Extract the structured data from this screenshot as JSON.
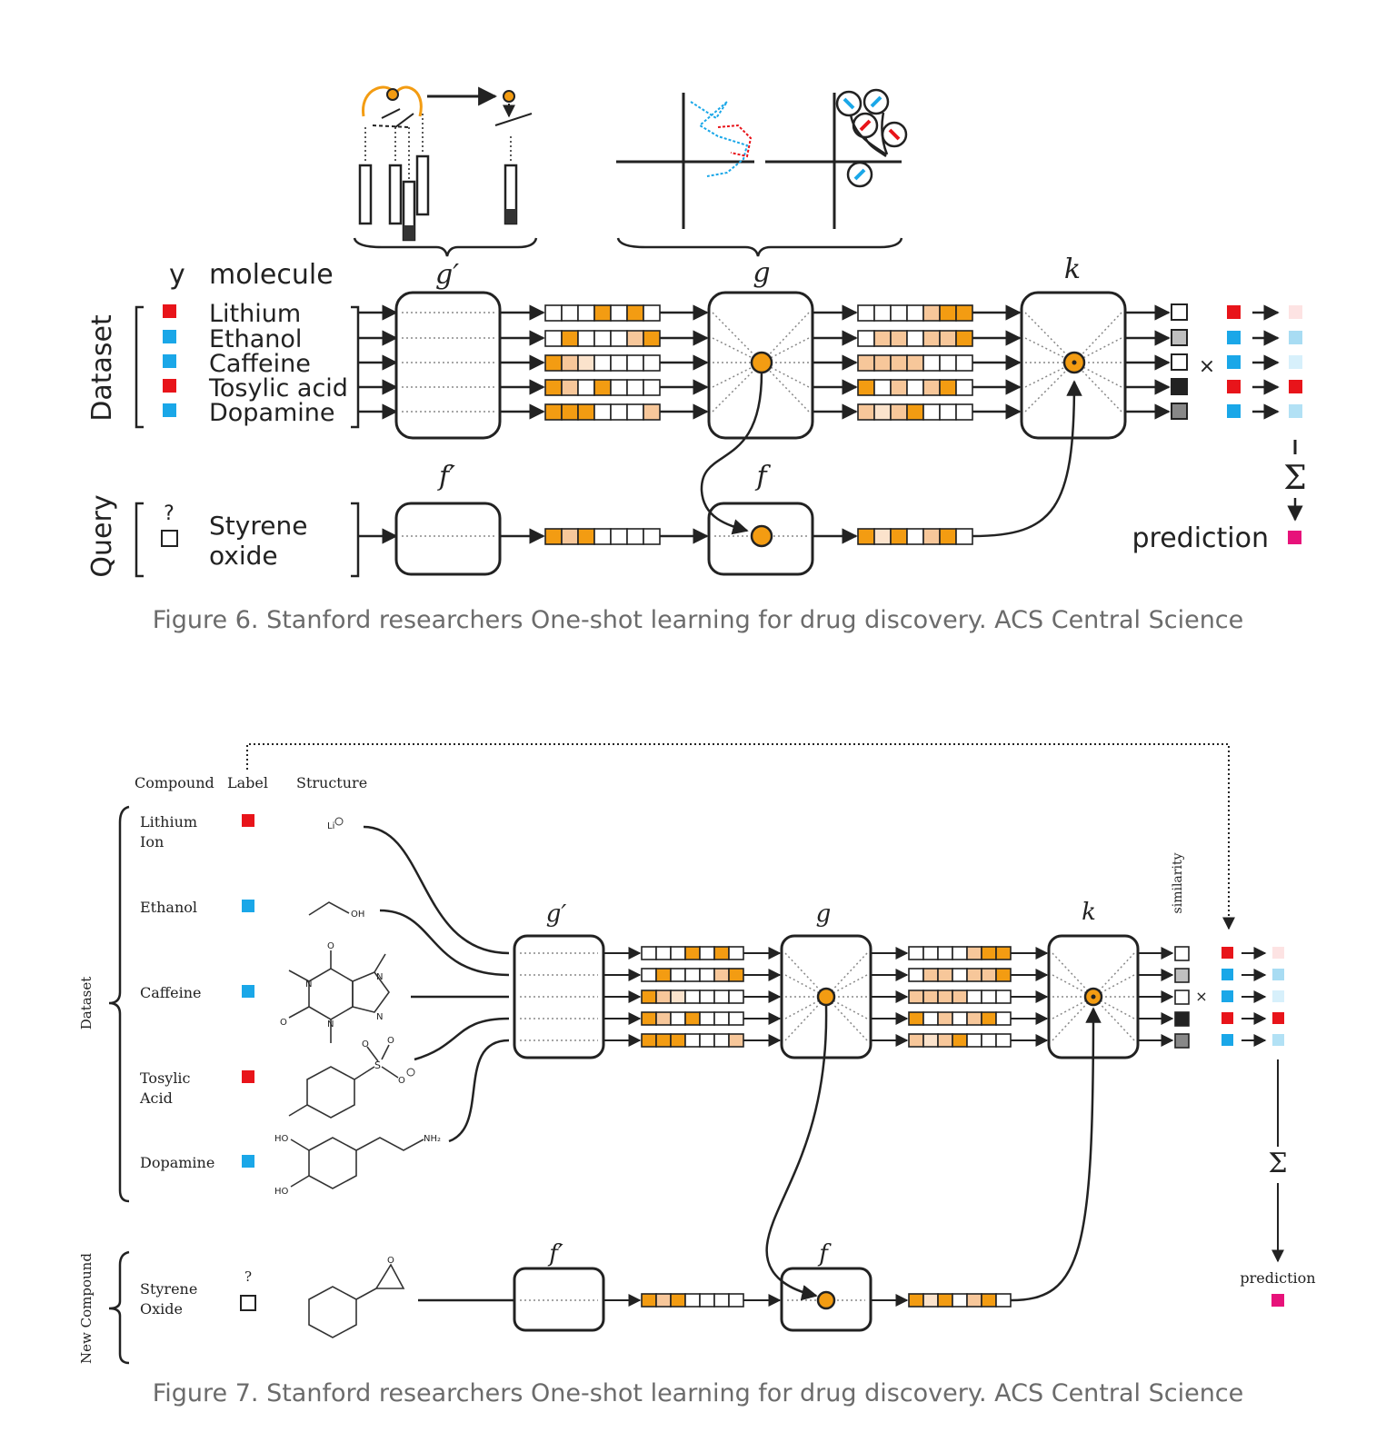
{
  "colors": {
    "red": "#e8141a",
    "blue": "#1aa7e8",
    "orange": "#f39c12",
    "pink": "#e7127a",
    "cell_orange": "#f39c12",
    "cell_light": "#f7c79a",
    "cell_pale": "#fbe3cc"
  },
  "figure6": {
    "caption": "Figure 6. Stanford researchers One-shot learning for drug discovery. ACS Central Science",
    "header_y": "y",
    "header_molecule": "molecule",
    "dataset_label": "Dataset",
    "query_label": "Query",
    "molecules": [
      {
        "name": "Lithium",
        "label": "red"
      },
      {
        "name": "Ethanol",
        "label": "blue"
      },
      {
        "name": "Caffeine",
        "label": "blue"
      },
      {
        "name": "Tosylic acid",
        "label": "red"
      },
      {
        "name": "Dopamine",
        "label": "blue"
      }
    ],
    "query_mark": "?",
    "query_molecule_line1": "Styrene",
    "query_molecule_line2": "oxide",
    "func_g_prime": "g′",
    "func_g": "g",
    "func_k": "k",
    "func_f_prime": "f′",
    "func_f": "f",
    "times": "×",
    "sum": "Σ",
    "prediction": "prediction"
  },
  "figure7": {
    "caption": "Figure 7. Stanford researchers One-shot learning for drug discovery. ACS Central Science",
    "header_compound": "Compound",
    "header_label": "Label",
    "header_structure": "Structure",
    "dataset_label": "Dataset",
    "new_compound_label": "New Compound",
    "compounds": [
      {
        "line1": "Lithium",
        "line2": "Ion",
        "label": "red",
        "structure_text": "Li⊕"
      },
      {
        "line1": "Ethanol",
        "line2": "",
        "label": "blue",
        "structure_text": "OH"
      },
      {
        "line1": "Caffeine",
        "line2": "",
        "label": "blue",
        "structure_text": "N"
      },
      {
        "line1": "Tosylic",
        "line2": "Acid",
        "label": "red",
        "structure_text": "S"
      },
      {
        "line1": "Dopamine",
        "line2": "",
        "label": "blue",
        "structure_text": "NH₂"
      }
    ],
    "structure_labels": [
      "Li",
      "OH",
      "N",
      "N",
      "N",
      "N",
      "O",
      "O",
      "S",
      "O",
      "O",
      "O",
      "HO",
      "HO",
      "NH₂",
      "O"
    ],
    "new_compound_line1": "Styrene",
    "new_compound_line2": "Oxide",
    "new_compound_mark": "?",
    "func_g_prime": "g′",
    "func_g": "g",
    "func_k": "k",
    "func_f_prime": "f′",
    "func_f": "f",
    "similarity": "similarity",
    "times": "×",
    "sum": "Σ",
    "prediction": "prediction"
  }
}
